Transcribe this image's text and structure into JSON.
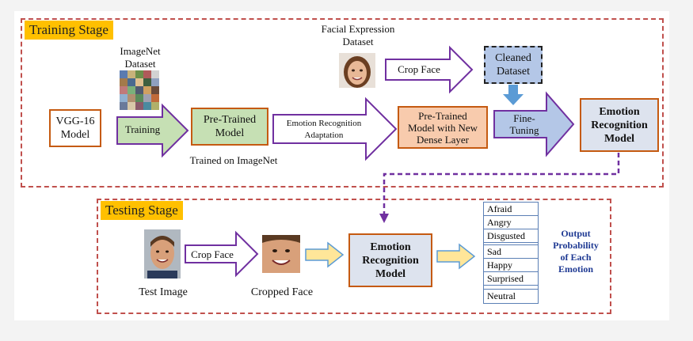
{
  "training": {
    "stage_label": "Training Stage",
    "imagenet_label": "ImageNet\nDataset",
    "vgg_label": "VGG-16\nModel",
    "training_arrow": "Training",
    "pretrained_label": "Pre-Trained\nModel",
    "trained_on": "Trained on ImageNet",
    "adaptation_arrow": "Emotion Recognition\nAdaptation",
    "dense_label": "Pre-Trained\nModel with New\nDense Layer",
    "facial_dataset_label": "Facial Expression\nDataset",
    "crop_face_arrow": "Crop Face",
    "cleaned_label": "Cleaned\nDataset",
    "finetune_arrow": "Fine-\nTuning",
    "erm_label": "Emotion\nRecognition\nModel"
  },
  "testing": {
    "stage_label": "Testing Stage",
    "test_image_label": "Test Image",
    "crop_face_arrow": "Crop Face",
    "cropped_label": "Cropped Face",
    "erm_label": "Emotion\nRecognition\nModel",
    "emotions": [
      "Afraid",
      "Angry",
      "Disgusted",
      "Sad",
      "Happy",
      "Surprised",
      "Neutral"
    ],
    "output_label": "Output\nProbability\nof Each\nEmotion"
  },
  "colors": {
    "dashed_border": "#c0504d",
    "stage_label_bg": "#ffc000",
    "arrow_outline": "#7030a0",
    "green_fill": "#c6e0b4",
    "orange_fill": "#f8cbad",
    "blue_fill": "#b4c7e7",
    "gray_fill": "#dde3ee",
    "accent_text": "#1f3a93"
  }
}
